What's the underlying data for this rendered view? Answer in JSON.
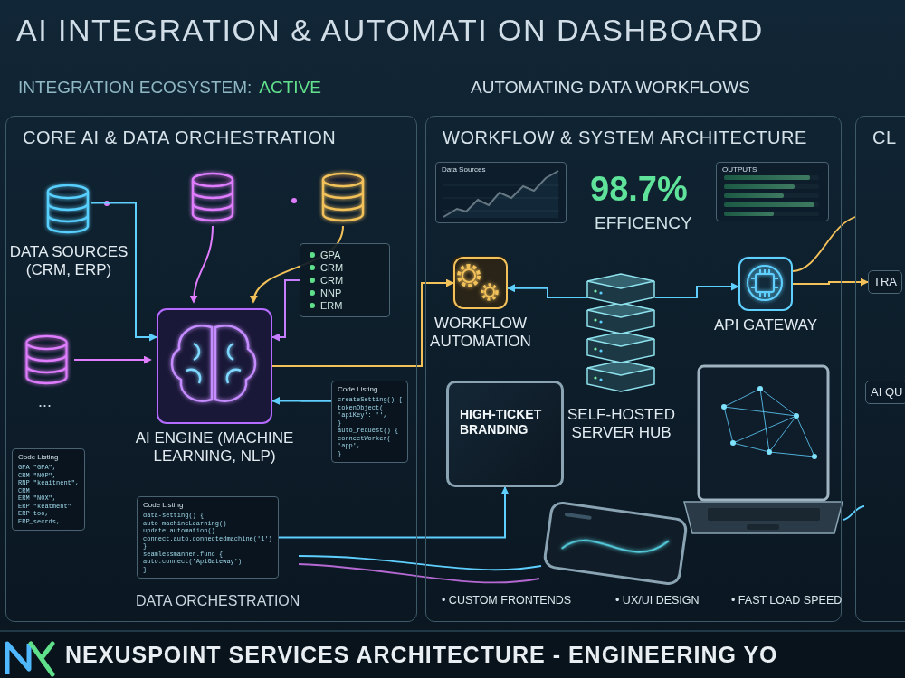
{
  "diagram": {
    "title": "AI INTEGRATION & AUTOMATI ON DASHBOARD",
    "caption": "NEXUSPOINT SERVICES ARCHITECTURE - ENGINEERING YO",
    "nodes": [
      {
        "text": [
          "CORE AI & DATA ORCHESTRATION"
        ]
      },
      {
        "text": [
          "DATA SOURCES (CRM, ERP)"
        ],
        "in": 0
      },
      {
        "text": [
          "GPA",
          "CRM",
          "CRM",
          "NNP",
          "ERM"
        ],
        "in": 0
      },
      {
        "text": [
          "AI ENGINE (MACHINE LEARNING, NLP)"
        ],
        "in": 0
      },
      {
        "text": [
          "Code Listing",
          "createSetting() {",
          "tokenObject(",
          "'apiKey': '',",
          "}",
          "auto_request() {",
          "connectWorker(",
          "'app',",
          "}"
        ],
        "in": 0
      },
      {
        "text": [
          "Code Listing",
          "GPA \"GPA\",",
          "CRM \"NOP\",",
          "RNP \"keaitnent\",",
          "CRM",
          "ERM \"NOX\",",
          "ERP \"keatment\"",
          "ERP too,",
          "ERP_secrds,"
        ],
        "in": 0
      },
      {
        "text": [
          "Code Listing",
          "data-setting() {",
          "auto machineLearning()",
          "update automation()",
          "connect.auto.connectedmachine('1')",
          "}",
          "seamlessmanner.func {",
          "auto.connect('ApiGateway')",
          "}"
        ],
        "in": 0
      },
      {
        "text": [
          "WORKFLOW & SYSTEM ARCHITECTURE"
        ]
      },
      {
        "text": [
          "Data Sources"
        ],
        "in": 7
      },
      {
        "text": [
          "OUTPUTS"
        ],
        "in": 7
      },
      {
        "text": [
          "WORKFLOW AUTOMATION"
        ],
        "in": 7
      },
      {
        "text": [
          "SELF-HOSTED SERVER HUB"
        ],
        "in": 7
      },
      {
        "text": [
          "API GATEWAY"
        ],
        "in": 7
      },
      {
        "text": [
          "HIGH-TICKET BRANDING"
        ],
        "in": 7
      },
      {
        "text": [
          "CL"
        ]
      },
      {
        "text": [
          "TRA"
        ],
        "in": 14
      },
      {
        "text": [
          "AI QU"
        ],
        "in": 14
      }
    ],
    "edges": [
      {
        "from": 1,
        "to": 3,
        "arrow": "to"
      },
      {
        "from": 2,
        "to": 3,
        "arrow": "to"
      },
      {
        "from": 4,
        "to": 3,
        "arrow": "to"
      },
      {
        "from": 3,
        "to": 10,
        "arrow": "to"
      },
      {
        "from": 11,
        "to": 10,
        "arrow": "to"
      },
      {
        "from": 11,
        "to": 12,
        "arrow": "to"
      },
      {
        "from": 12,
        "to": 15,
        "arrow": "to"
      },
      {
        "from": 6,
        "to": 13,
        "arrow": "to"
      }
    ],
    "labels": [
      "INTEGRATION ECOSYSTEM:",
      "ACTIVE",
      "AUTOMATING DATA WORKFLOWS",
      "...",
      "DATA ORCHESTRATION",
      "98.7%",
      "EFFICENCY",
      "• CUSTOM FRONTENDS",
      "• UX/UI DESIGN",
      "• FAST LOAD SPEED"
    ]
  }
}
